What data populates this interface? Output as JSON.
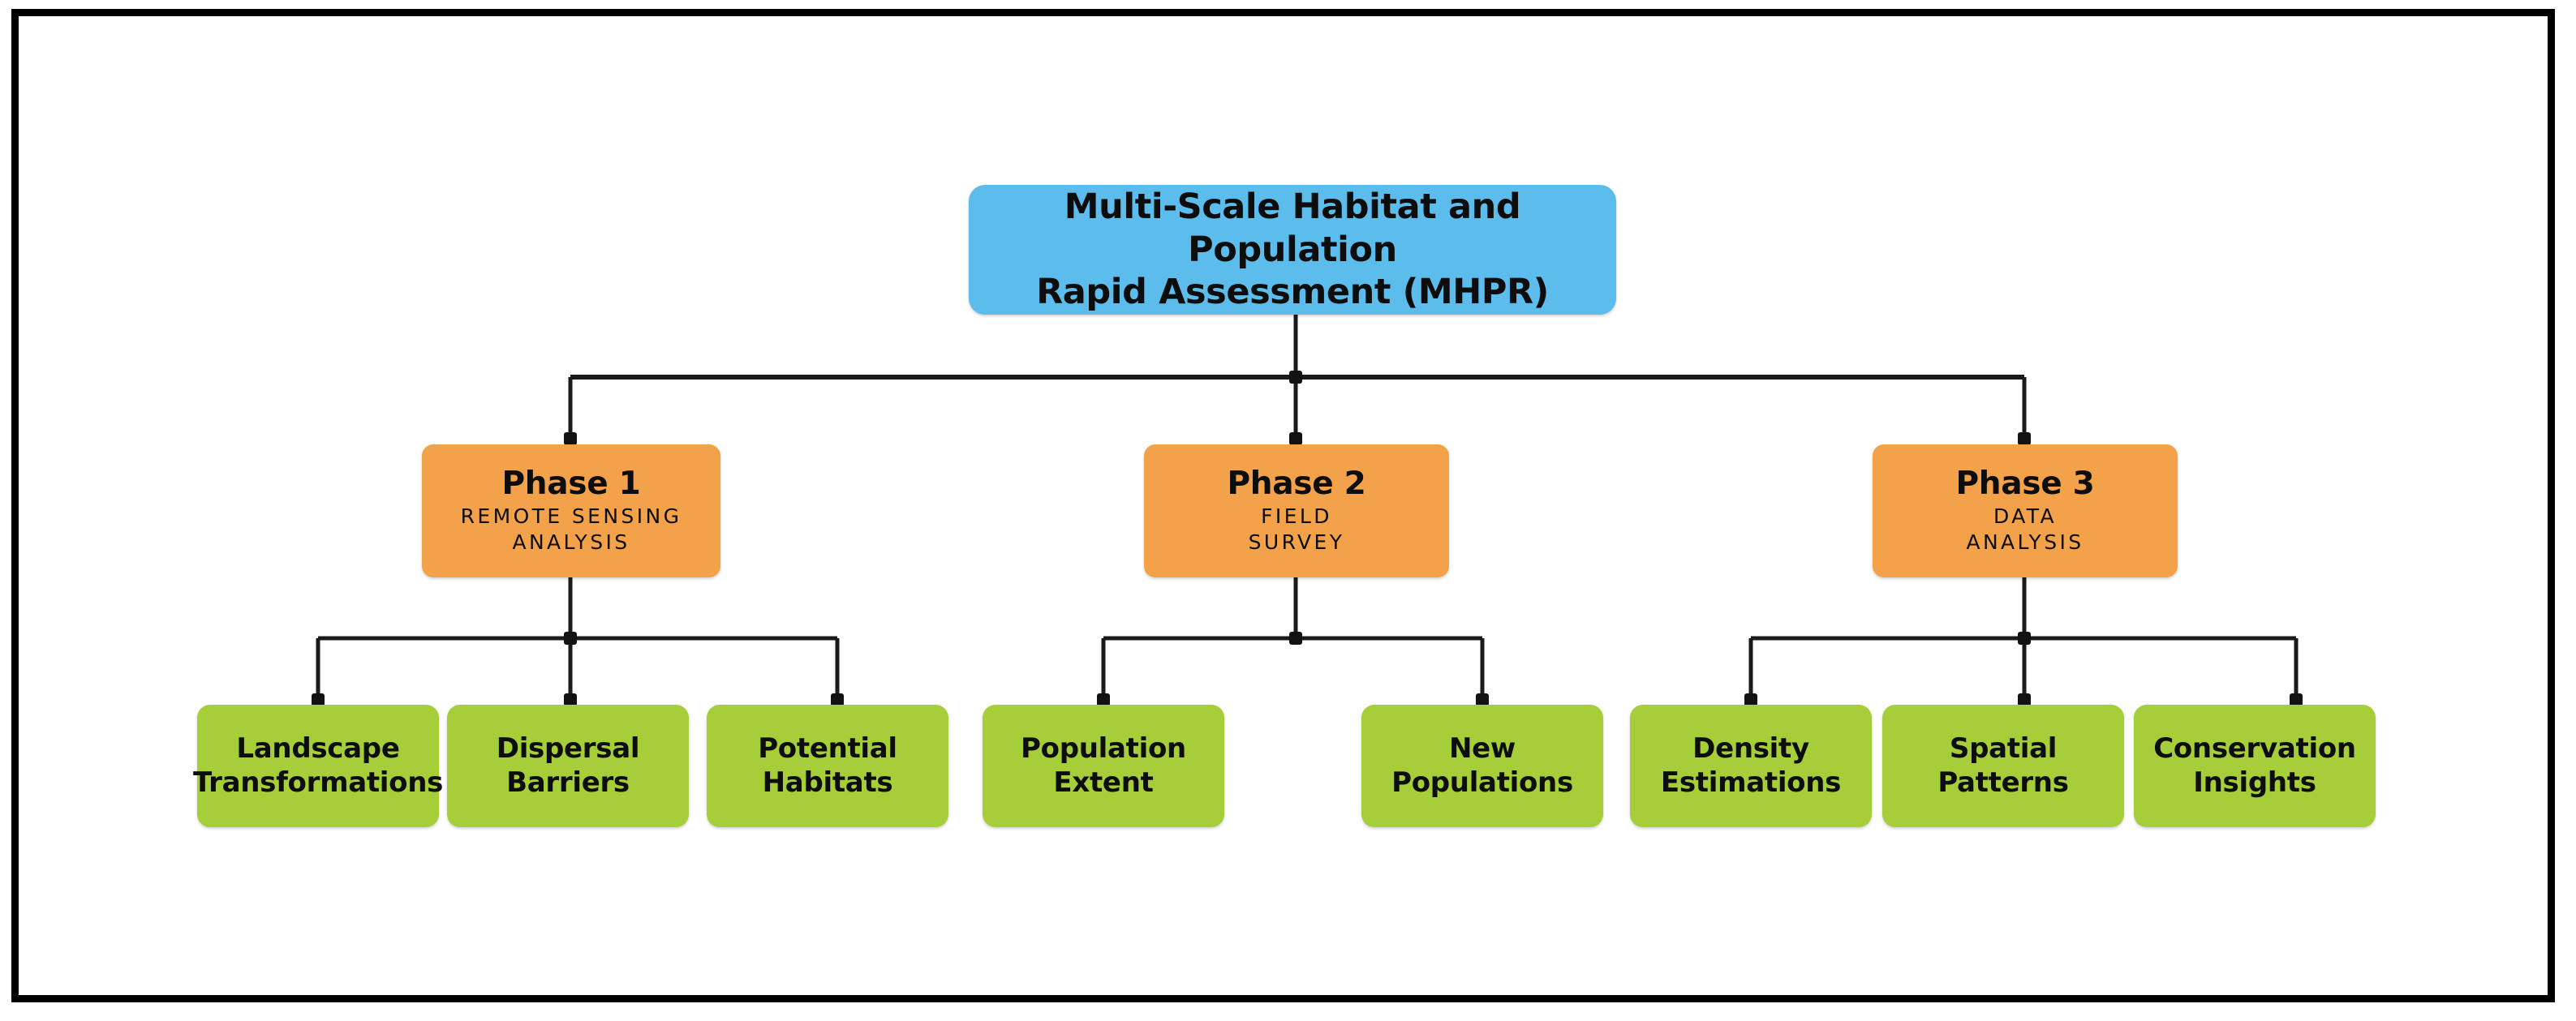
{
  "diagram": {
    "title": "Multi-Scale Habitat and Population Rapid Assessment (MHPR)",
    "type": "hierarchical-flowchart",
    "colors": {
      "root_fill": "#5CBCEC",
      "phase_fill": "#F3A24A",
      "leaf_fill": "#A5CE39",
      "connector": "#1A1A1A",
      "text": "#0D0D0D",
      "frame": "#000000",
      "background": "#FFFFFF"
    }
  },
  "root": {
    "line1": "Multi-Scale Habitat and Population",
    "line2": "Rapid Assessment (MHPR)"
  },
  "phases": [
    {
      "title": "Phase 1",
      "subtitle_line1": "REMOTE SENSING",
      "subtitle_line2": "ANALYSIS",
      "outputs": [
        {
          "line1": "Landscape",
          "line2": "Transformations"
        },
        {
          "line1": "Dispersal",
          "line2": "Barriers"
        },
        {
          "line1": "Potential",
          "line2": "Habitats"
        }
      ]
    },
    {
      "title": "Phase 2",
      "subtitle_line1": "FIELD",
      "subtitle_line2": "SURVEY",
      "outputs": [
        {
          "line1": "Population",
          "line2": "Extent"
        },
        {
          "line1": "New",
          "line2": "Populations"
        }
      ]
    },
    {
      "title": "Phase 3",
      "subtitle_line1": "DATA",
      "subtitle_line2": "ANALYSIS",
      "outputs": [
        {
          "line1": "Density",
          "line2": "Estimations"
        },
        {
          "line1": "Spatial",
          "line2": "Patterns"
        },
        {
          "line1": "Conservation",
          "line2": "Insights"
        }
      ]
    }
  ]
}
